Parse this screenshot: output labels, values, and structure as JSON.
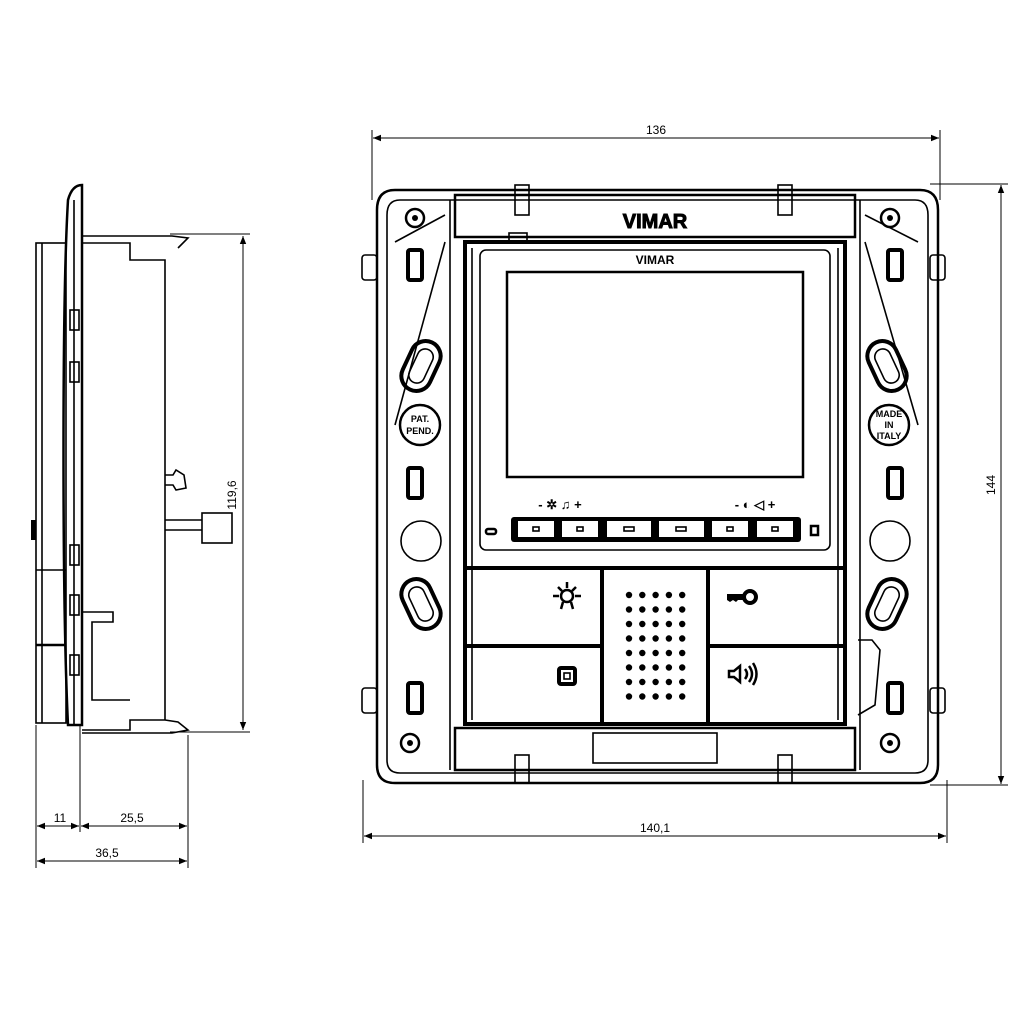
{
  "dimensions": {
    "front_width": "136",
    "front_height": "144",
    "frame_width": "140,1",
    "side_height": "119,6",
    "side_depth_front": "11",
    "side_depth_back": "25,5",
    "side_depth_total": "36,5"
  },
  "front": {
    "plate_logo": "VIMAR",
    "device_logo": "VIMAR",
    "badge_left": [
      "PAT.",
      "PEND."
    ],
    "badge_right": [
      "MADE",
      "IN",
      "ITALY"
    ],
    "control_left_label": "- ✲ ♫ +",
    "control_right_label": "- ◐ ◁ +",
    "icons": [
      "light-icon",
      "key-icon",
      "intercom-icon",
      "speaker-icon",
      "brightness-icon",
      "bell-icon",
      "contrast-icon",
      "volume-icon"
    ]
  }
}
